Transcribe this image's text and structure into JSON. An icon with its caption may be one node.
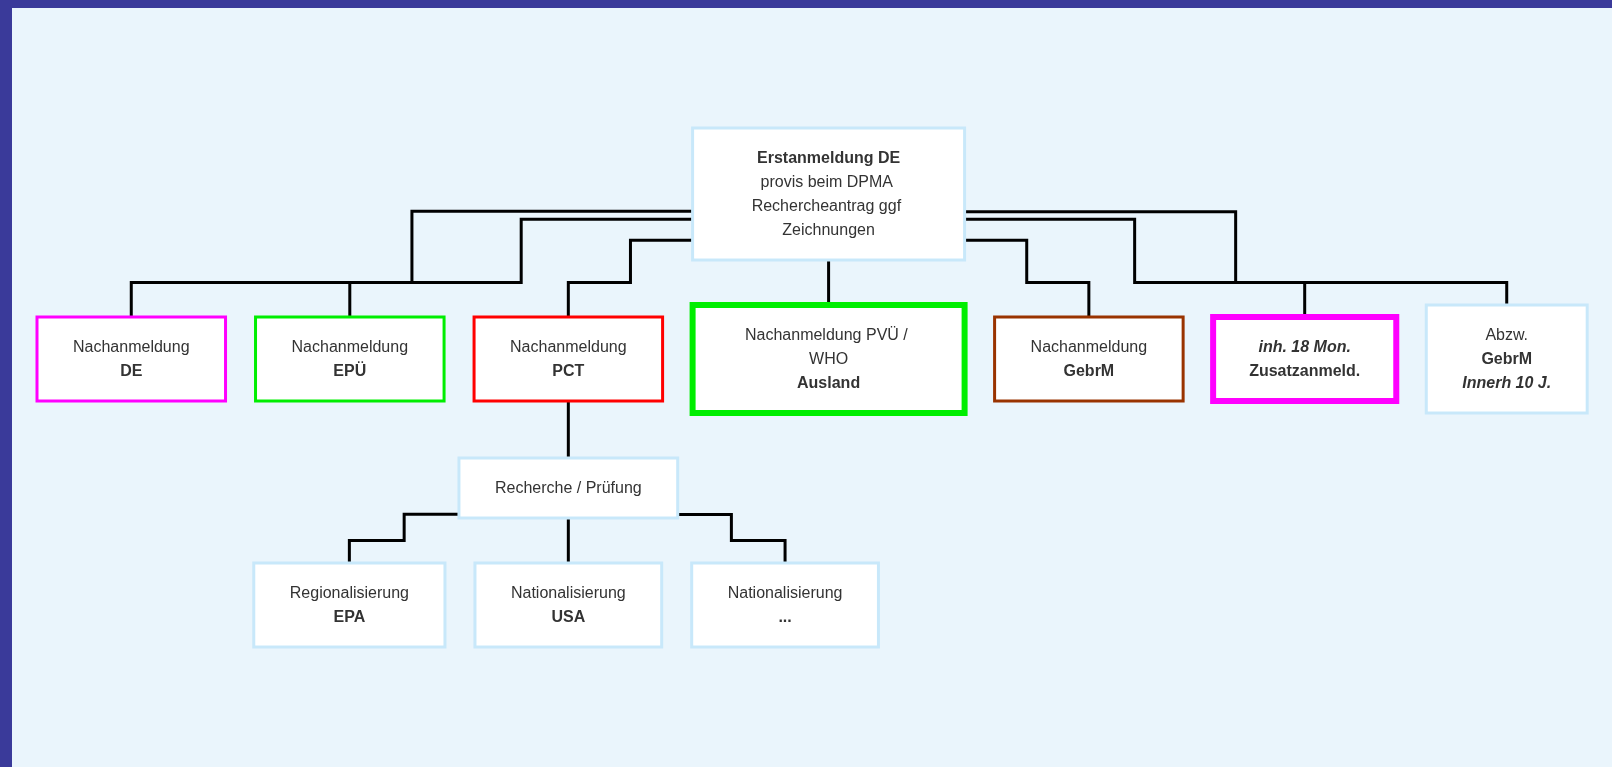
{
  "diagram": {
    "nodes": [
      {
        "text": [
          "Erstanmeldung DE",
          "provis beim DPMA Rechercheantrag ggf Zeichnungen"
        ]
      },
      {
        "text": [
          "Nachanmeldung",
          "DE"
        ]
      },
      {
        "text": [
          "Nachanmeldung",
          "EPÜ"
        ]
      },
      {
        "text": [
          "Nachanmeldung",
          "PCT"
        ]
      },
      {
        "text": [
          "Nachanmeldung PVÜ / WHO",
          "Ausland"
        ]
      },
      {
        "text": [
          "Nachanmeldung",
          "GebrM"
        ]
      },
      {
        "text": [
          "inh. 18 Mon.",
          "Zusatzanmeld."
        ]
      },
      {
        "text": [
          "Abzw.",
          "GebrM",
          "Innerh 10 J."
        ]
      },
      {
        "text": [
          "Recherche / Prüfung"
        ]
      },
      {
        "text": [
          "Regionalisierung",
          "EPA"
        ]
      },
      {
        "text": [
          "Nationalisierung",
          "USA"
        ]
      },
      {
        "text": [
          "Nationalisierung",
          "..."
        ]
      }
    ],
    "edges": [
      {
        "from": 0,
        "to": 1,
        "arrow": "none"
      },
      {
        "from": 0,
        "to": 2,
        "arrow": "none"
      },
      {
        "from": 0,
        "to": 3,
        "arrow": "none"
      },
      {
        "from": 0,
        "to": 4,
        "arrow": "none"
      },
      {
        "from": 0,
        "to": 5,
        "arrow": "none"
      },
      {
        "from": 0,
        "to": 6,
        "arrow": "none"
      },
      {
        "from": 0,
        "to": 7,
        "arrow": "none"
      },
      {
        "from": 3,
        "to": 8,
        "arrow": "none"
      },
      {
        "from": 8,
        "to": 9,
        "arrow": "none"
      },
      {
        "from": 8,
        "to": 10,
        "arrow": "none"
      },
      {
        "from": 8,
        "to": 11,
        "arrow": "none"
      }
    ]
  }
}
